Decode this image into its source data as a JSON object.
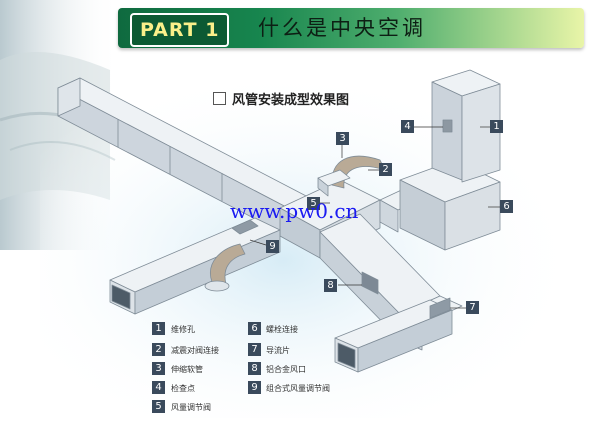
{
  "banner": {
    "part_label": "PART 1",
    "title": "什么是中央空调"
  },
  "diagram": {
    "title": "风管安装成型效果图",
    "watermark": "www.pw0.cn",
    "callouts": [
      "1",
      "2",
      "3",
      "4",
      "5",
      "6",
      "7",
      "8",
      "9"
    ]
  },
  "legend": [
    {
      "num": "1",
      "text": "维修孔"
    },
    {
      "num": "2",
      "text": "减震对阀连接"
    },
    {
      "num": "3",
      "text": "伸缩软管"
    },
    {
      "num": "4",
      "text": "检查点"
    },
    {
      "num": "5",
      "text": "风量调节阀"
    },
    {
      "num": "6",
      "text": "螺栓连接"
    },
    {
      "num": "7",
      "text": "导流片"
    },
    {
      "num": "8",
      "text": "铝合金风口"
    },
    {
      "num": "9",
      "text": "组合式风量调节阀"
    }
  ],
  "colors": {
    "banner_dark": "#0f6a3f",
    "banner_light": "#e9f5a8",
    "part_text": "#fbf08a",
    "duct_light": "#e8edf2",
    "duct_mid": "#c9d2da",
    "duct_dark": "#9aa6b1",
    "callout_bg": "#3a4a5c",
    "watermark": "#1a1af2"
  }
}
